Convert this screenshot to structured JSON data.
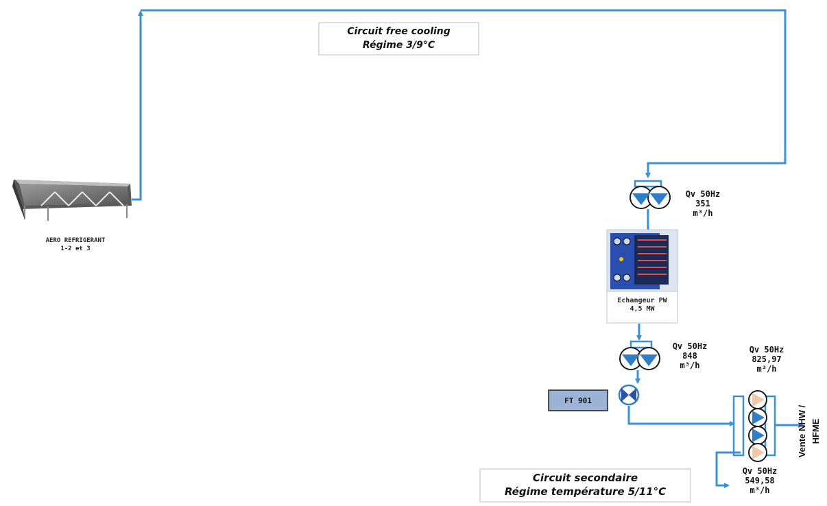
{
  "free_cooling_box": {
    "line1": "Circuit free cooling",
    "line2": "Régime 3/9°C"
  },
  "secondary_box": {
    "line1": "Circuit secondaire",
    "line2": "Régime température 5/11°C"
  },
  "aero": {
    "line1": "AERO REFRIGERANT",
    "line2": "1-2 et 3"
  },
  "exchanger": {
    "line1": "Echangeur PW",
    "line2": "4,5 MW"
  },
  "pump_top": {
    "line1": "Qv 50Hz",
    "line2": "351",
    "line3": "m³/h"
  },
  "pump_mid": {
    "line1": "Qv 50Hz",
    "line2": "848",
    "line3": "m³/h"
  },
  "pump_right_top": {
    "line1": "Qv 50Hz",
    "line2": "825,97",
    "line3": "m³/h"
  },
  "pump_right_bottom": {
    "line1": "Qv 50Hz",
    "line2": "549,58",
    "line3": "m³/h"
  },
  "flow_meter": {
    "label": "FT 901"
  },
  "outlet": {
    "label": "Vente NHW / HFME"
  },
  "colors": {
    "pipe": "#3b8fd9",
    "pump_fill": "#2f7fc8",
    "exchanger_blue": "#2a4fb0",
    "ft_fill": "#9bb3d4"
  }
}
